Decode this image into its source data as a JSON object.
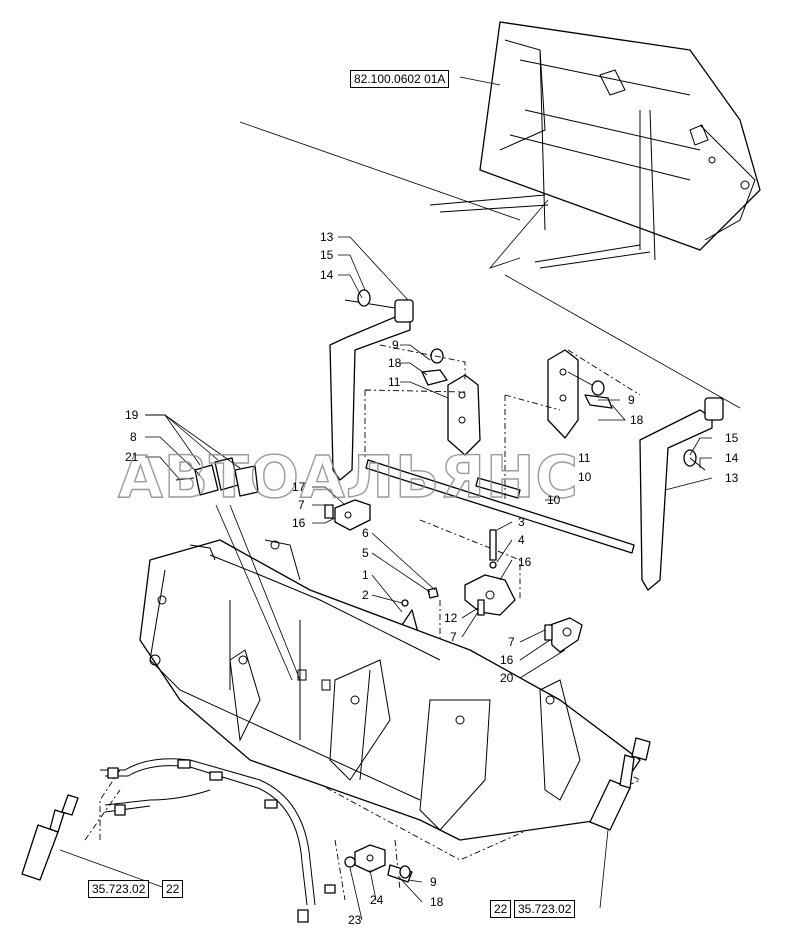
{
  "refs": {
    "top": "82.100.0602 01A",
    "left_code": "35.723.02",
    "left_num": "22",
    "right_num": "22",
    "right_code": "35.723.02"
  },
  "watermark": "АВТОАЛЬЯНС",
  "callouts": [
    {
      "id": "c13a",
      "text": "13"
    },
    {
      "id": "c15a",
      "text": "15"
    },
    {
      "id": "c14a",
      "text": "14"
    },
    {
      "id": "c9a",
      "text": "9"
    },
    {
      "id": "c18a",
      "text": "18"
    },
    {
      "id": "c11a",
      "text": "11"
    },
    {
      "id": "c19",
      "text": "19"
    },
    {
      "id": "c8",
      "text": "8"
    },
    {
      "id": "c21",
      "text": "21"
    },
    {
      "id": "c17",
      "text": "17"
    },
    {
      "id": "c7a",
      "text": "7"
    },
    {
      "id": "c16a",
      "text": "16"
    },
    {
      "id": "c10a",
      "text": "10"
    },
    {
      "id": "c10b",
      "text": "10"
    },
    {
      "id": "c11b",
      "text": "11"
    },
    {
      "id": "c9b",
      "text": "9"
    },
    {
      "id": "c18b",
      "text": "18"
    },
    {
      "id": "c15b",
      "text": "15"
    },
    {
      "id": "c14b",
      "text": "14"
    },
    {
      "id": "c13b",
      "text": "13"
    },
    {
      "id": "c3",
      "text": "3"
    },
    {
      "id": "c4",
      "text": "4"
    },
    {
      "id": "c16b",
      "text": "16"
    },
    {
      "id": "c6",
      "text": "6"
    },
    {
      "id": "c5",
      "text": "5"
    },
    {
      "id": "c1",
      "text": "1"
    },
    {
      "id": "c2",
      "text": "2"
    },
    {
      "id": "c12",
      "text": "12"
    },
    {
      "id": "c7b",
      "text": "7"
    },
    {
      "id": "c7c",
      "text": "7"
    },
    {
      "id": "c16c",
      "text": "16"
    },
    {
      "id": "c20",
      "text": "20"
    },
    {
      "id": "c9c",
      "text": "9"
    },
    {
      "id": "c24",
      "text": "24"
    },
    {
      "id": "c18c",
      "text": "18"
    },
    {
      "id": "c23",
      "text": "23"
    }
  ]
}
